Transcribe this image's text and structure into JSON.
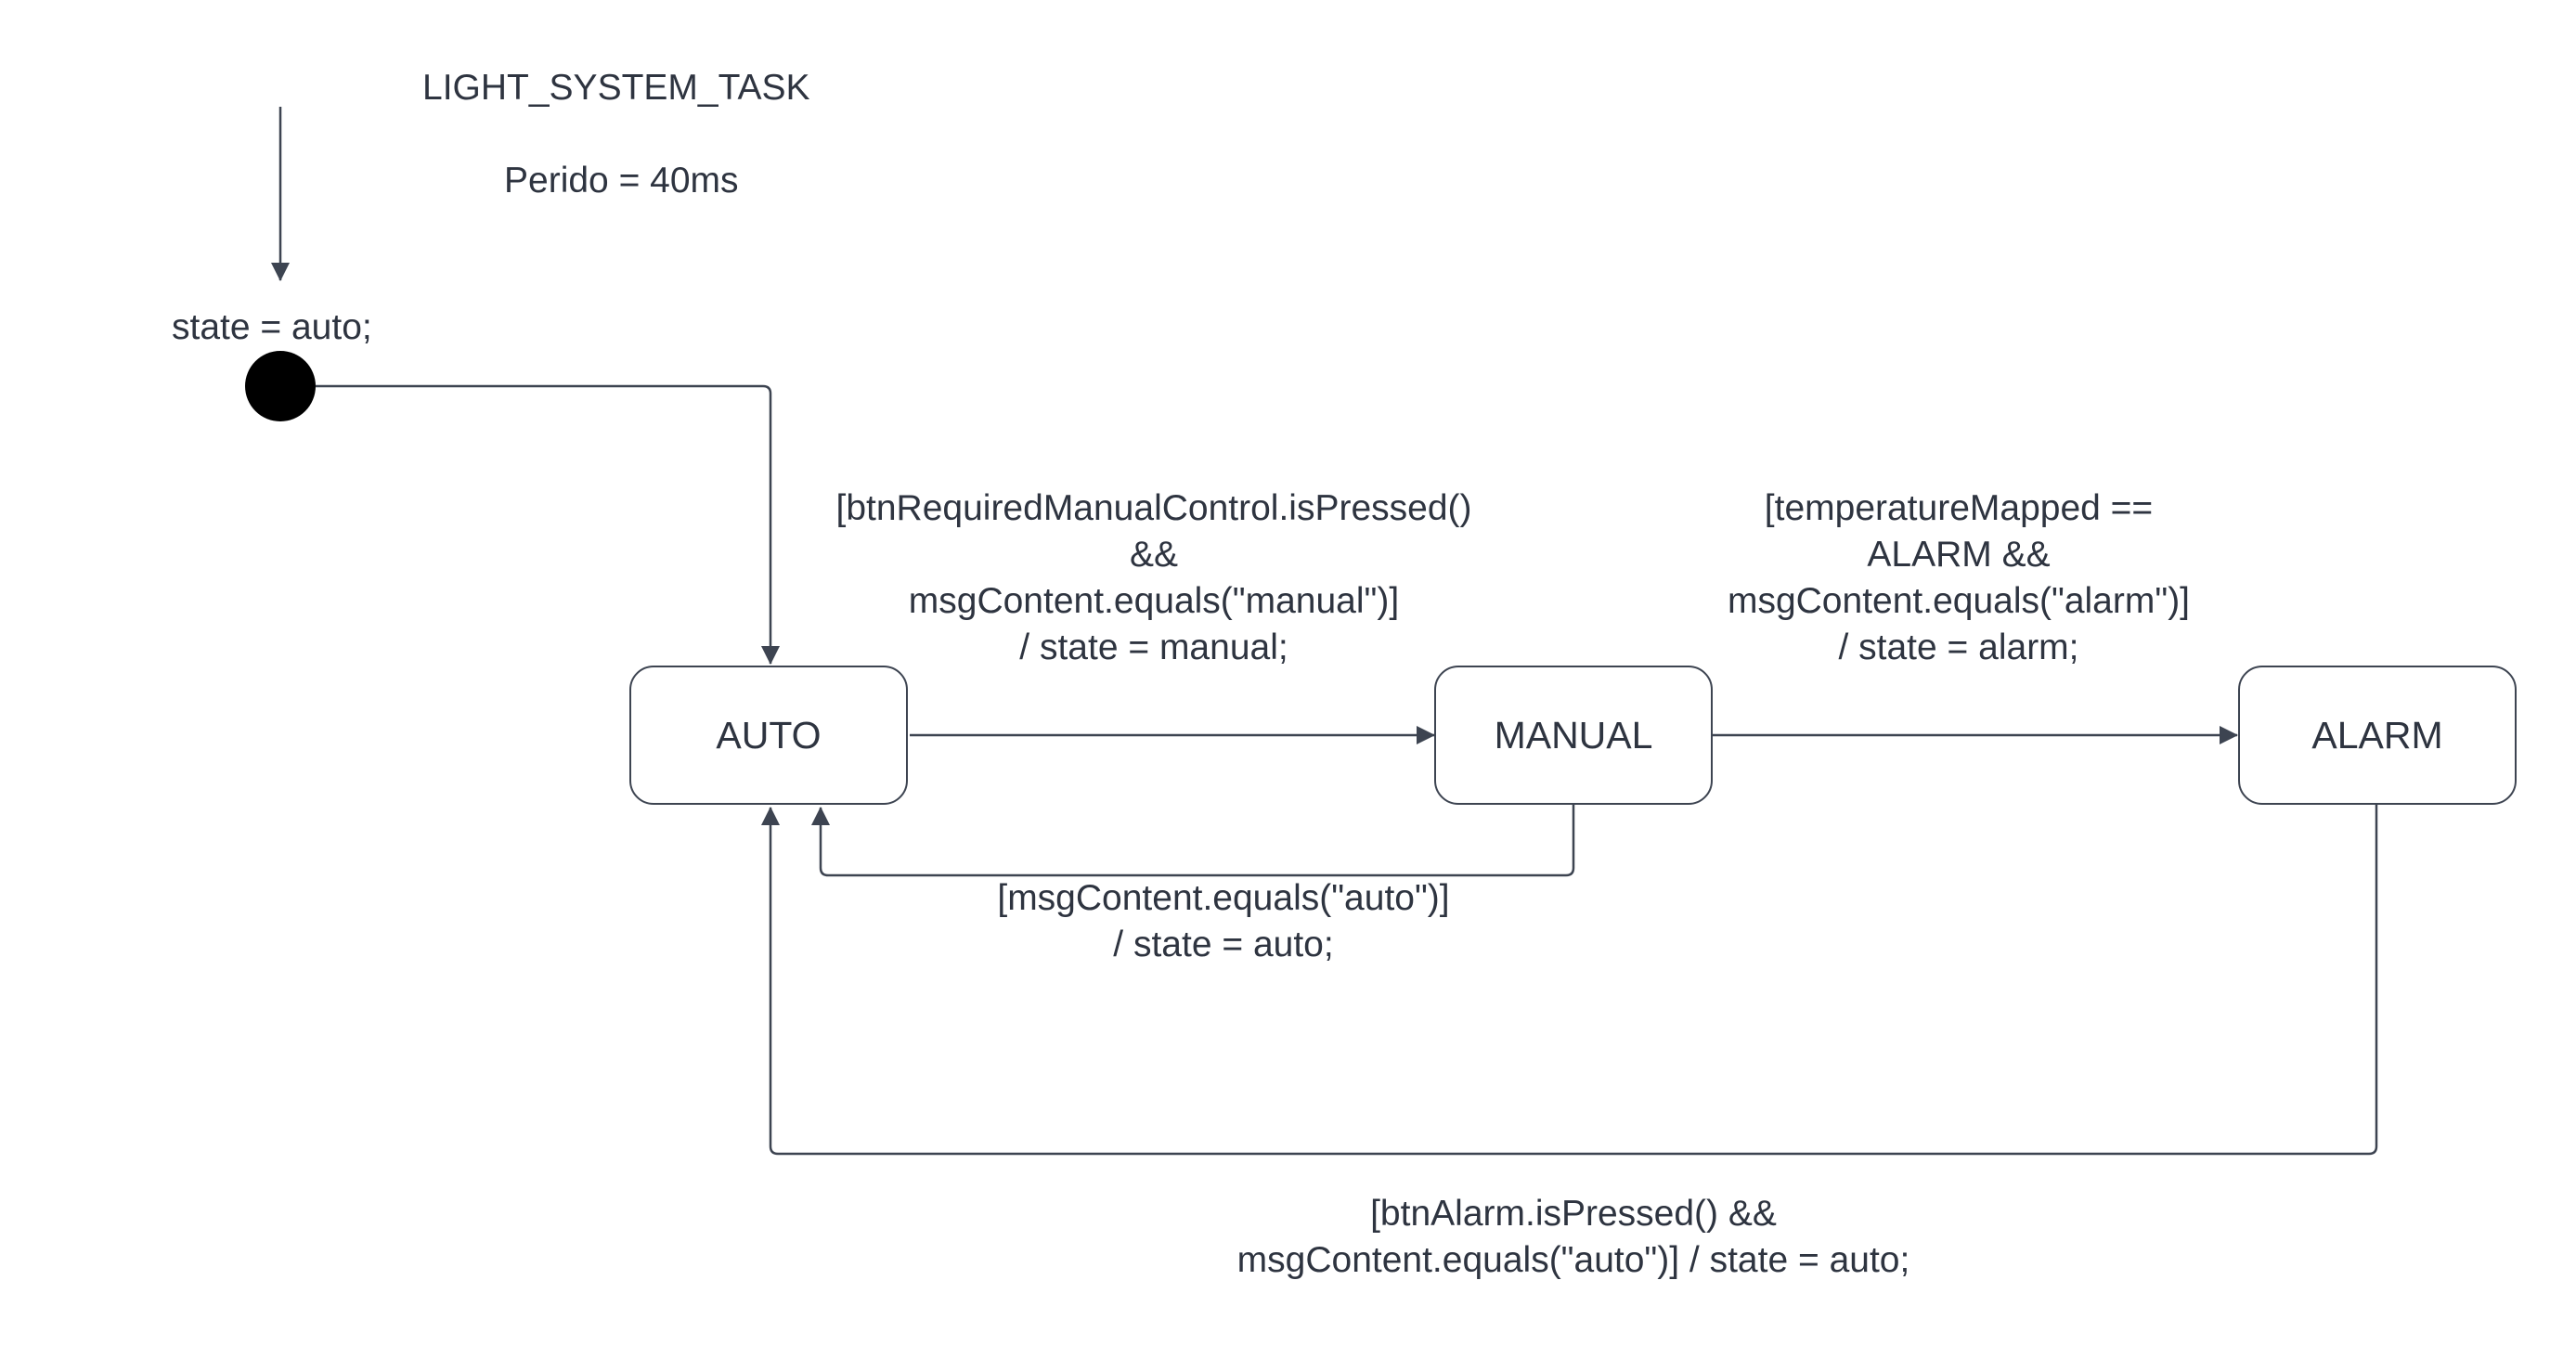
{
  "diagram": {
    "title": "LIGHT_SYSTEM_TASK",
    "period": "Perido = 40ms",
    "initial_action": "state = auto;",
    "states": {
      "auto": "AUTO",
      "manual": "MANUAL",
      "alarm": "ALARM"
    },
    "transitions": {
      "auto_to_manual": [
        "[btnRequiredManualControl.isPressed()",
        "&&",
        "msgContent.equals(\"manual\")]",
        "/ state = manual;"
      ],
      "manual_to_alarm": [
        "[temperatureMapped ==",
        "ALARM &&",
        "msgContent.equals(\"alarm\")]",
        "/ state = alarm;"
      ],
      "manual_to_auto": [
        "[msgContent.equals(\"auto\")]",
        "/ state = auto;"
      ],
      "alarm_to_auto": [
        "[btnAlarm.isPressed() &&",
        "msgContent.equals(\"auto\")] / state = auto;"
      ]
    },
    "colors": {
      "line": "#3d4451",
      "text": "#2e3440",
      "initial_node": "#000000",
      "background": "#ffffff"
    }
  }
}
